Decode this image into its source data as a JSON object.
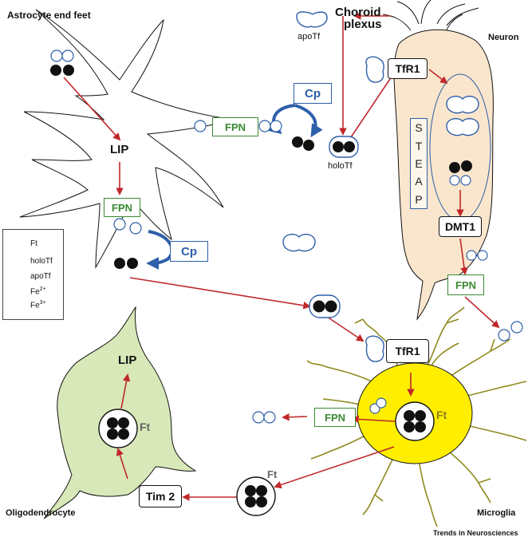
{
  "labels": {
    "astrocyte": "Astrocyte end feet",
    "choroid": "Choroid",
    "plexus": "plexus",
    "neuron": "Neuron",
    "oligodendrocyte": "Oligodendrocyte",
    "microglia": "Microglia",
    "apotf": "apoTf",
    "holotf": "holoTf",
    "lip_astro": "LIP",
    "lip_oligo": "LIP",
    "ft_oligo": "Ft",
    "ft_micro": "Ft",
    "ft_free": "Ft",
    "footer": "Trends in Neurosciences"
  },
  "boxes": {
    "fpn_astro_top": "FPN",
    "fpn_astro": "FPN",
    "fpn_neuron": "FPN",
    "fpn_micro": "FPN",
    "cp_top": "Cp",
    "cp_astro": "Cp",
    "tfr1_neuron": "TfR1",
    "tfr1_micro": "TfR1",
    "dmt1": "DMT1",
    "tim2": "Tim 2"
  },
  "steap": [
    "S",
    "T",
    "E",
    "A",
    "P"
  ],
  "legend": {
    "ft": "Ft",
    "holotf": "holoTf",
    "apotf": "apoTf",
    "fe2": "Fe",
    "fe2_sup": "2+",
    "fe3": "Fe",
    "fe3_sup": "3+"
  },
  "colors": {
    "arrow_red": "#c0282a",
    "cp_blue": "#2d5faa",
    "fpn_green": "#3a8a32",
    "neuron_fill": "#fae6cd",
    "oligo_fill": "#d8e8b8",
    "microglia_fill": "#ffee00",
    "microglia_process": "#8f8a1e"
  }
}
